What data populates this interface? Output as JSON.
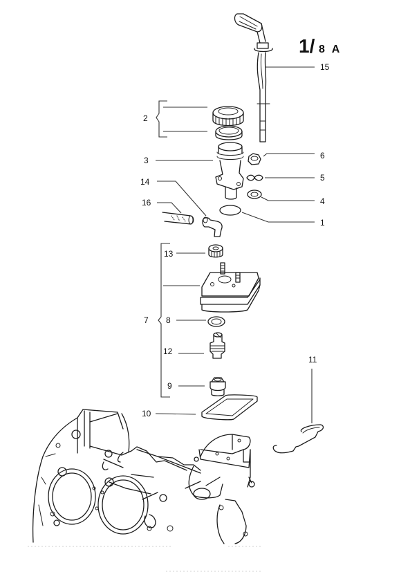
{
  "page": {
    "title_main": "1/",
    "title_sub": "8 A"
  },
  "callouts": {
    "c1": "1",
    "c2": "2",
    "c3": "3",
    "c4": "4",
    "c5": "5",
    "c6": "6",
    "c7": "7",
    "c8": "8",
    "c9": "9",
    "c10": "10",
    "c11": "11",
    "c12": "12",
    "c13": "13",
    "c14": "14",
    "c15": "15",
    "c16": "16"
  },
  "parts": [
    {
      "ref": "1",
      "depicts": "o-ring"
    },
    {
      "ref": "2",
      "depicts": "filler cap with seal (group)"
    },
    {
      "ref": "3",
      "depicts": "oil filler neck"
    },
    {
      "ref": "4",
      "depicts": "washer"
    },
    {
      "ref": "5",
      "depicts": "lock plate"
    },
    {
      "ref": "6",
      "depicts": "nut"
    },
    {
      "ref": "7",
      "depicts": "oil breather / cover assembly (group)"
    },
    {
      "ref": "8",
      "depicts": "sealing ring"
    },
    {
      "ref": "9",
      "depicts": "plug"
    },
    {
      "ref": "10",
      "depicts": "gasket"
    },
    {
      "ref": "11",
      "depicts": "wire clip"
    },
    {
      "ref": "12",
      "depicts": "valve"
    },
    {
      "ref": "13",
      "depicts": "cap nut"
    },
    {
      "ref": "14",
      "depicts": "elbow hose"
    },
    {
      "ref": "15",
      "depicts": "dipstick"
    },
    {
      "ref": "16",
      "depicts": "breather hose"
    }
  ]
}
